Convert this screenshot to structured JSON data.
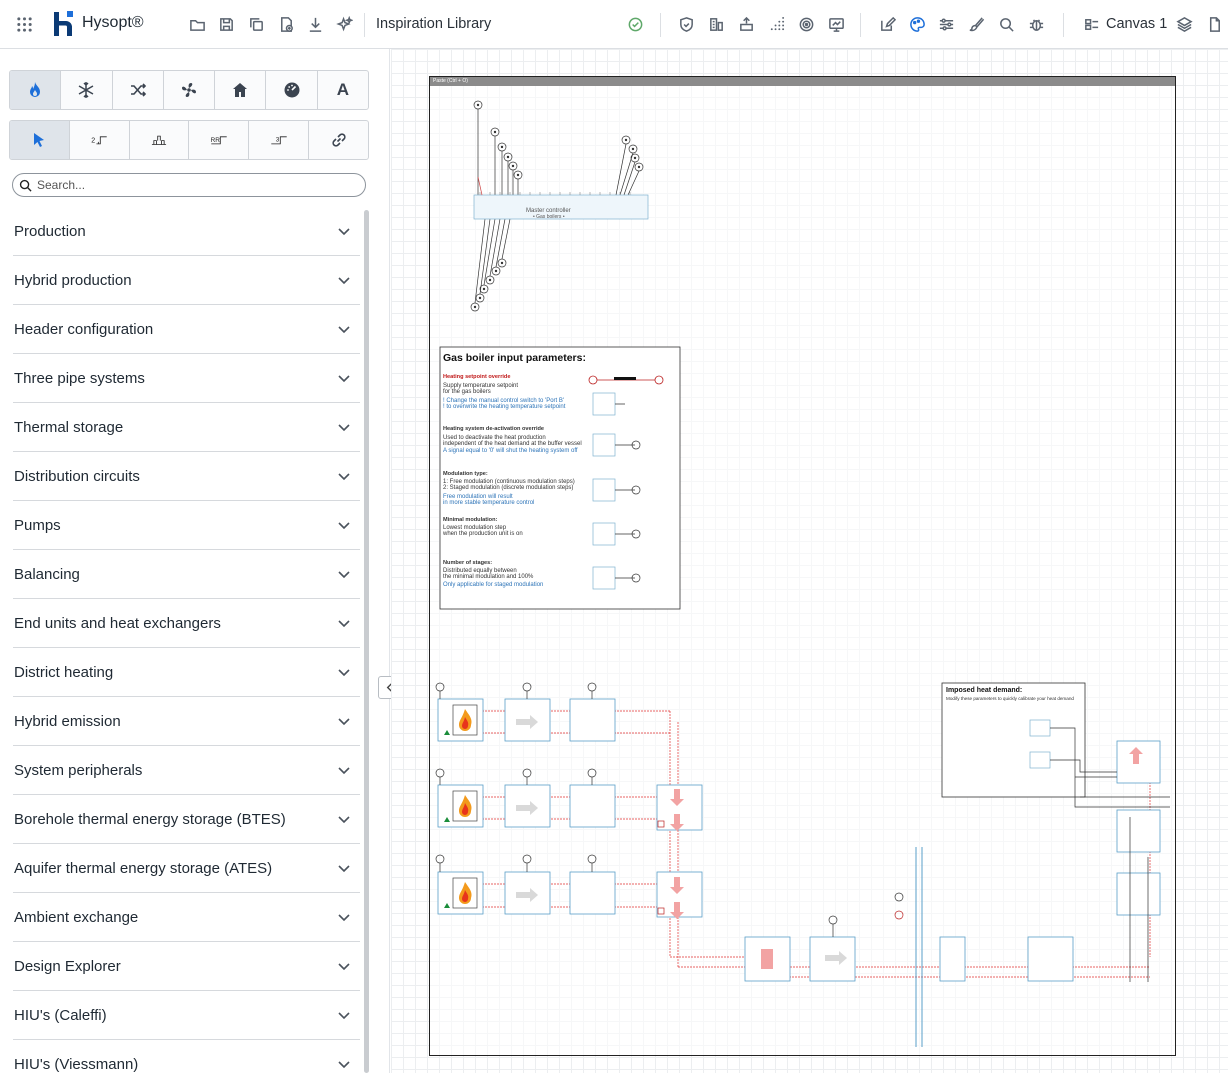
{
  "app": {
    "name": "Hysopt®",
    "library_label": "Inspiration Library",
    "canvas_label": "Canvas 1",
    "accent": "#1e6fd9",
    "brand_dark": "#0b3a75"
  },
  "toolbar": {
    "left_icons": [
      "open-folder-icon",
      "save-icon",
      "copy-icon",
      "new-file-icon",
      "download-icon",
      "sparkle-icon"
    ],
    "right_icons": [
      "check-circle-icon",
      "shield-icon",
      "building-icon",
      "export-icon",
      "grid-dots-icon",
      "target-icon",
      "monitor-icon",
      "edit-icon",
      "palette-icon",
      "sliders-icon",
      "brush-icon",
      "zoom-icon",
      "bug-icon",
      "layers-icon",
      "file-icon"
    ]
  },
  "sidebar": {
    "categories": [
      "flame-icon",
      "snowflake-icon",
      "shuffle-icon",
      "fan-icon",
      "home-icon",
      "gauge-icon",
      "A"
    ],
    "tools": [
      "pointer-icon",
      "2",
      "pipe-icon",
      "RR",
      "3",
      "link-icon"
    ],
    "search_placeholder": "Search...",
    "items": [
      {
        "label": "Production"
      },
      {
        "label": "Hybrid production"
      },
      {
        "label": "Header configuration"
      },
      {
        "label": "Three pipe systems"
      },
      {
        "label": "Thermal storage"
      },
      {
        "label": "Distribution circuits"
      },
      {
        "label": "Pumps"
      },
      {
        "label": "Balancing"
      },
      {
        "label": "End units and heat exchangers"
      },
      {
        "label": "District heating"
      },
      {
        "label": "Hybrid emission"
      },
      {
        "label": "System peripherals"
      },
      {
        "label": "Borehole thermal energy storage (BTES)"
      },
      {
        "label": "Aquifer thermal energy storage (ATES)"
      },
      {
        "label": "Ambient exchange"
      },
      {
        "label": "Design Explorer"
      },
      {
        "label": "HIU's (Caleffi)"
      },
      {
        "label": "HIU's (Viessmann)"
      }
    ]
  },
  "canvas": {
    "sheet_header": "Paste (Ctrl + O)",
    "panel1_title": "Gas boiler input parameters:",
    "panel1_sections": [
      {
        "heading": "Heating setpoint override",
        "lines": [
          "Supply temperature setpoint",
          "for the gas boilers",
          "! Change the manual control switch to 'Port B'",
          "! to overwrite the heating temperature setpoint"
        ]
      },
      {
        "heading": "Heating system de-activation override",
        "lines": [
          "Used to deactivate the heat production",
          "independent of the heat demand at the buffer vessel",
          "A signal equal to '0' will shut the heating system off"
        ]
      },
      {
        "heading": "Modulation type:",
        "lines": [
          "1: Free modulation (continuous modulation steps)",
          "2: Staged modulation (discrete modulation steps)",
          "Free modulation will result",
          "in more stable temperature control"
        ]
      },
      {
        "heading": "Minimal modulation:",
        "lines": [
          "Lowest modulation step",
          "when the production unit is on"
        ]
      },
      {
        "heading": "Number of stages:",
        "lines": [
          "Distributed equally between",
          "the minimal modulation and 100%",
          "Only applicable for staged modulation"
        ]
      }
    ],
    "panel2_title": "Imposed heat demand:",
    "panel2_sub": "Modify these parameters to quickly calibrate your heat demand",
    "controller_label": "Master controller",
    "controller_sub": "• Gas boilers •"
  }
}
